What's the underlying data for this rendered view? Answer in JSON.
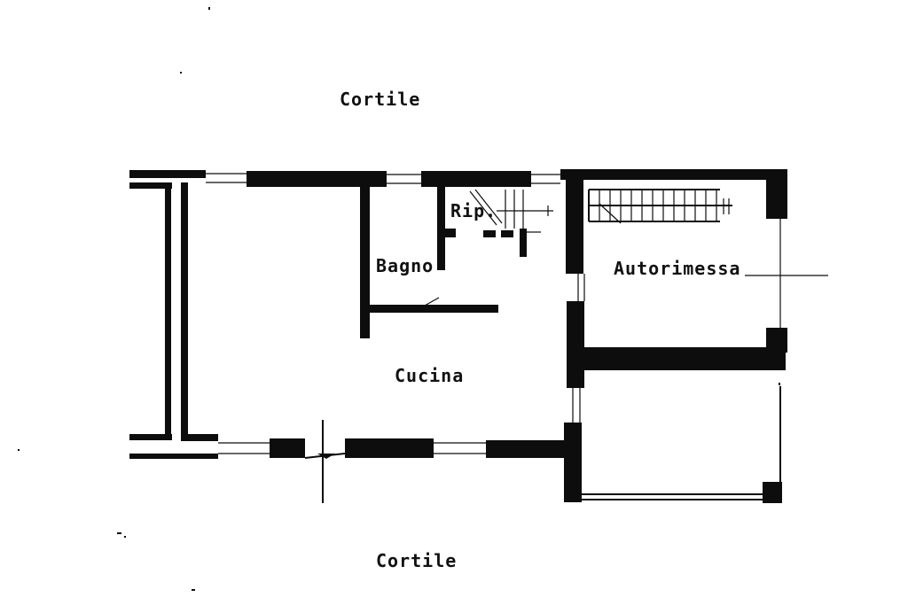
{
  "labels": {
    "courtyard_top": "Cortile",
    "courtyard_bottom": "Cortile",
    "storage": "Rip.",
    "bathroom": "Bagno",
    "kitchen": "Cucina",
    "garage": "Autorimessa"
  },
  "colors": {
    "wall": "#0d0d0d",
    "background": "#ffffff"
  }
}
